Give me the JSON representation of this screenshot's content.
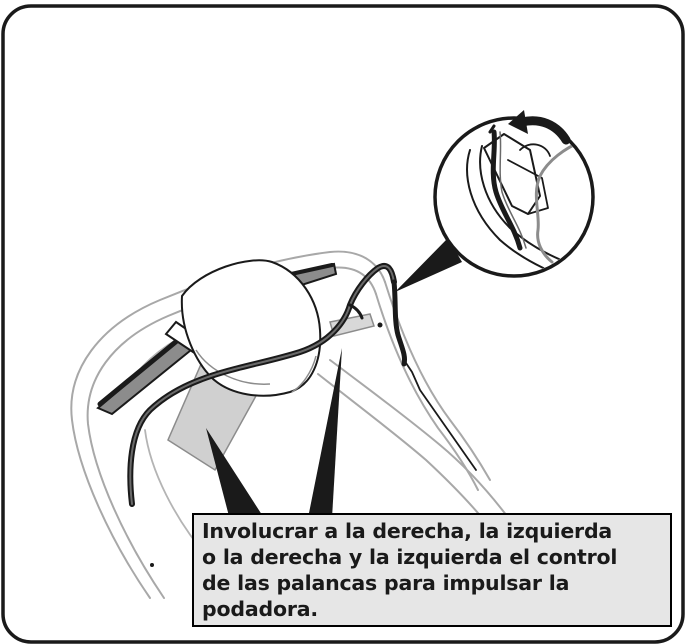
{
  "caption": {
    "lines": [
      "Involucrar a la derecha, la izquierda",
      "o la derecha y la izquierda el control",
      "de las palancas para impulsar la",
      "podadora."
    ]
  },
  "colors": {
    "frame_border": "#1a1a1a",
    "caption_background": "#e6e6e6",
    "caption_text": "#1a1a1a",
    "outline_dark": "#1a1a1a",
    "handle_gray": "#c8c8c8",
    "pointer_fill": "#1a1a1a"
  },
  "icons": [
    "mower-handle-illustration",
    "detail-magnifier-callout",
    "curved-rotation-arrow-icon",
    "callout-pointer"
  ]
}
